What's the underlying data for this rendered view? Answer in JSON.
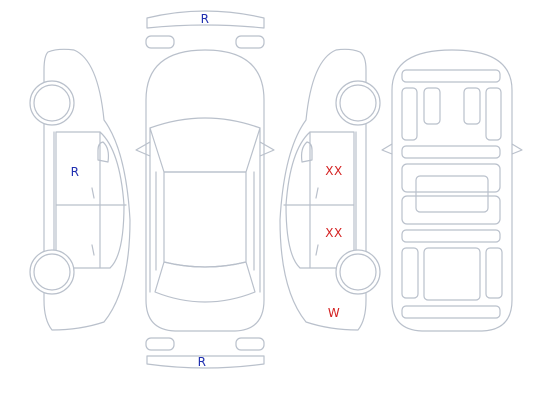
{
  "colors": {
    "outline": "#b9c0cb",
    "blue_mark": "#1f2fb0",
    "red_mark": "#d42020",
    "background": "#ffffff"
  },
  "views": [
    "left-side-view",
    "top-view",
    "right-side-view",
    "interior-floor-plan"
  ],
  "marks": {
    "front_bumper": {
      "label": "R",
      "color": "#1f2fb0"
    },
    "rear_bumper": {
      "label": "R",
      "color": "#1f2fb0"
    },
    "left_front_door": {
      "label": "R",
      "color": "#1f2fb0"
    },
    "right_front_door": {
      "label": "XX",
      "color": "#d42020"
    },
    "right_rear_door": {
      "label": "XX",
      "color": "#d42020"
    },
    "right_rear_quarter": {
      "label": "W",
      "color": "#d42020"
    }
  }
}
